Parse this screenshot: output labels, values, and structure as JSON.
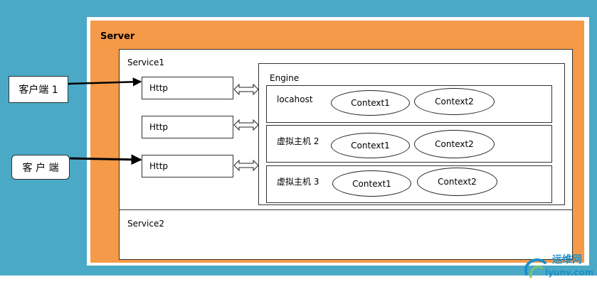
{
  "server_label": "Server",
  "service1_label": "Service1",
  "service2_label": "Service2",
  "engine_label": "Engine",
  "connectors": [
    "Http",
    "Http",
    "Http"
  ],
  "hosts": [
    {
      "name": "locahost",
      "contexts": [
        "Context1",
        "Context2"
      ]
    },
    {
      "name": "虚拟主机 2",
      "contexts": [
        "Context1",
        "Context2"
      ]
    },
    {
      "name": "虚拟主机 3",
      "contexts": [
        "Context1",
        "Context2"
      ]
    }
  ],
  "clients": [
    "客户端 1",
    "客 户 端"
  ],
  "watermark": {
    "text": "运维网",
    "sub": "iyunv.com"
  },
  "colors": {
    "background": "#4aa9c6",
    "server": "#f59a48",
    "box": "#ffffff",
    "logo": "#1e8fc7"
  }
}
